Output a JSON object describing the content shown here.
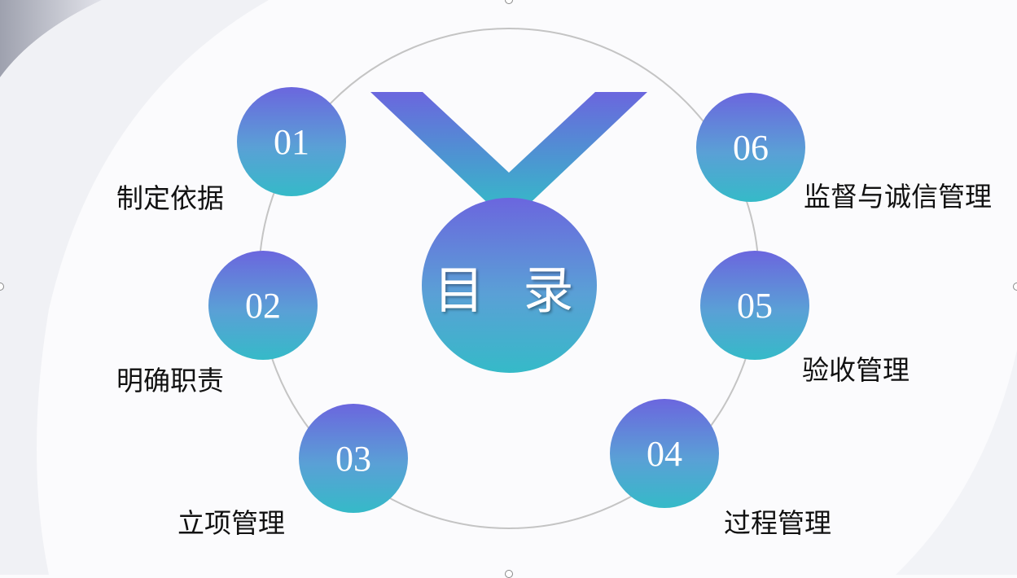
{
  "title": "目 录",
  "items": [
    {
      "number": "01",
      "label": "制定依据"
    },
    {
      "number": "02",
      "label": "明确职责"
    },
    {
      "number": "03",
      "label": "立项管理"
    },
    {
      "number": "04",
      "label": "过程管理"
    },
    {
      "number": "05",
      "label": "验收管理"
    },
    {
      "number": "06",
      "label": "监督与诚信管理"
    }
  ],
  "colors": {
    "gradient_top": "#6b66de",
    "gradient_bottom": "#35bac8",
    "ring": "#c4c4c4"
  }
}
